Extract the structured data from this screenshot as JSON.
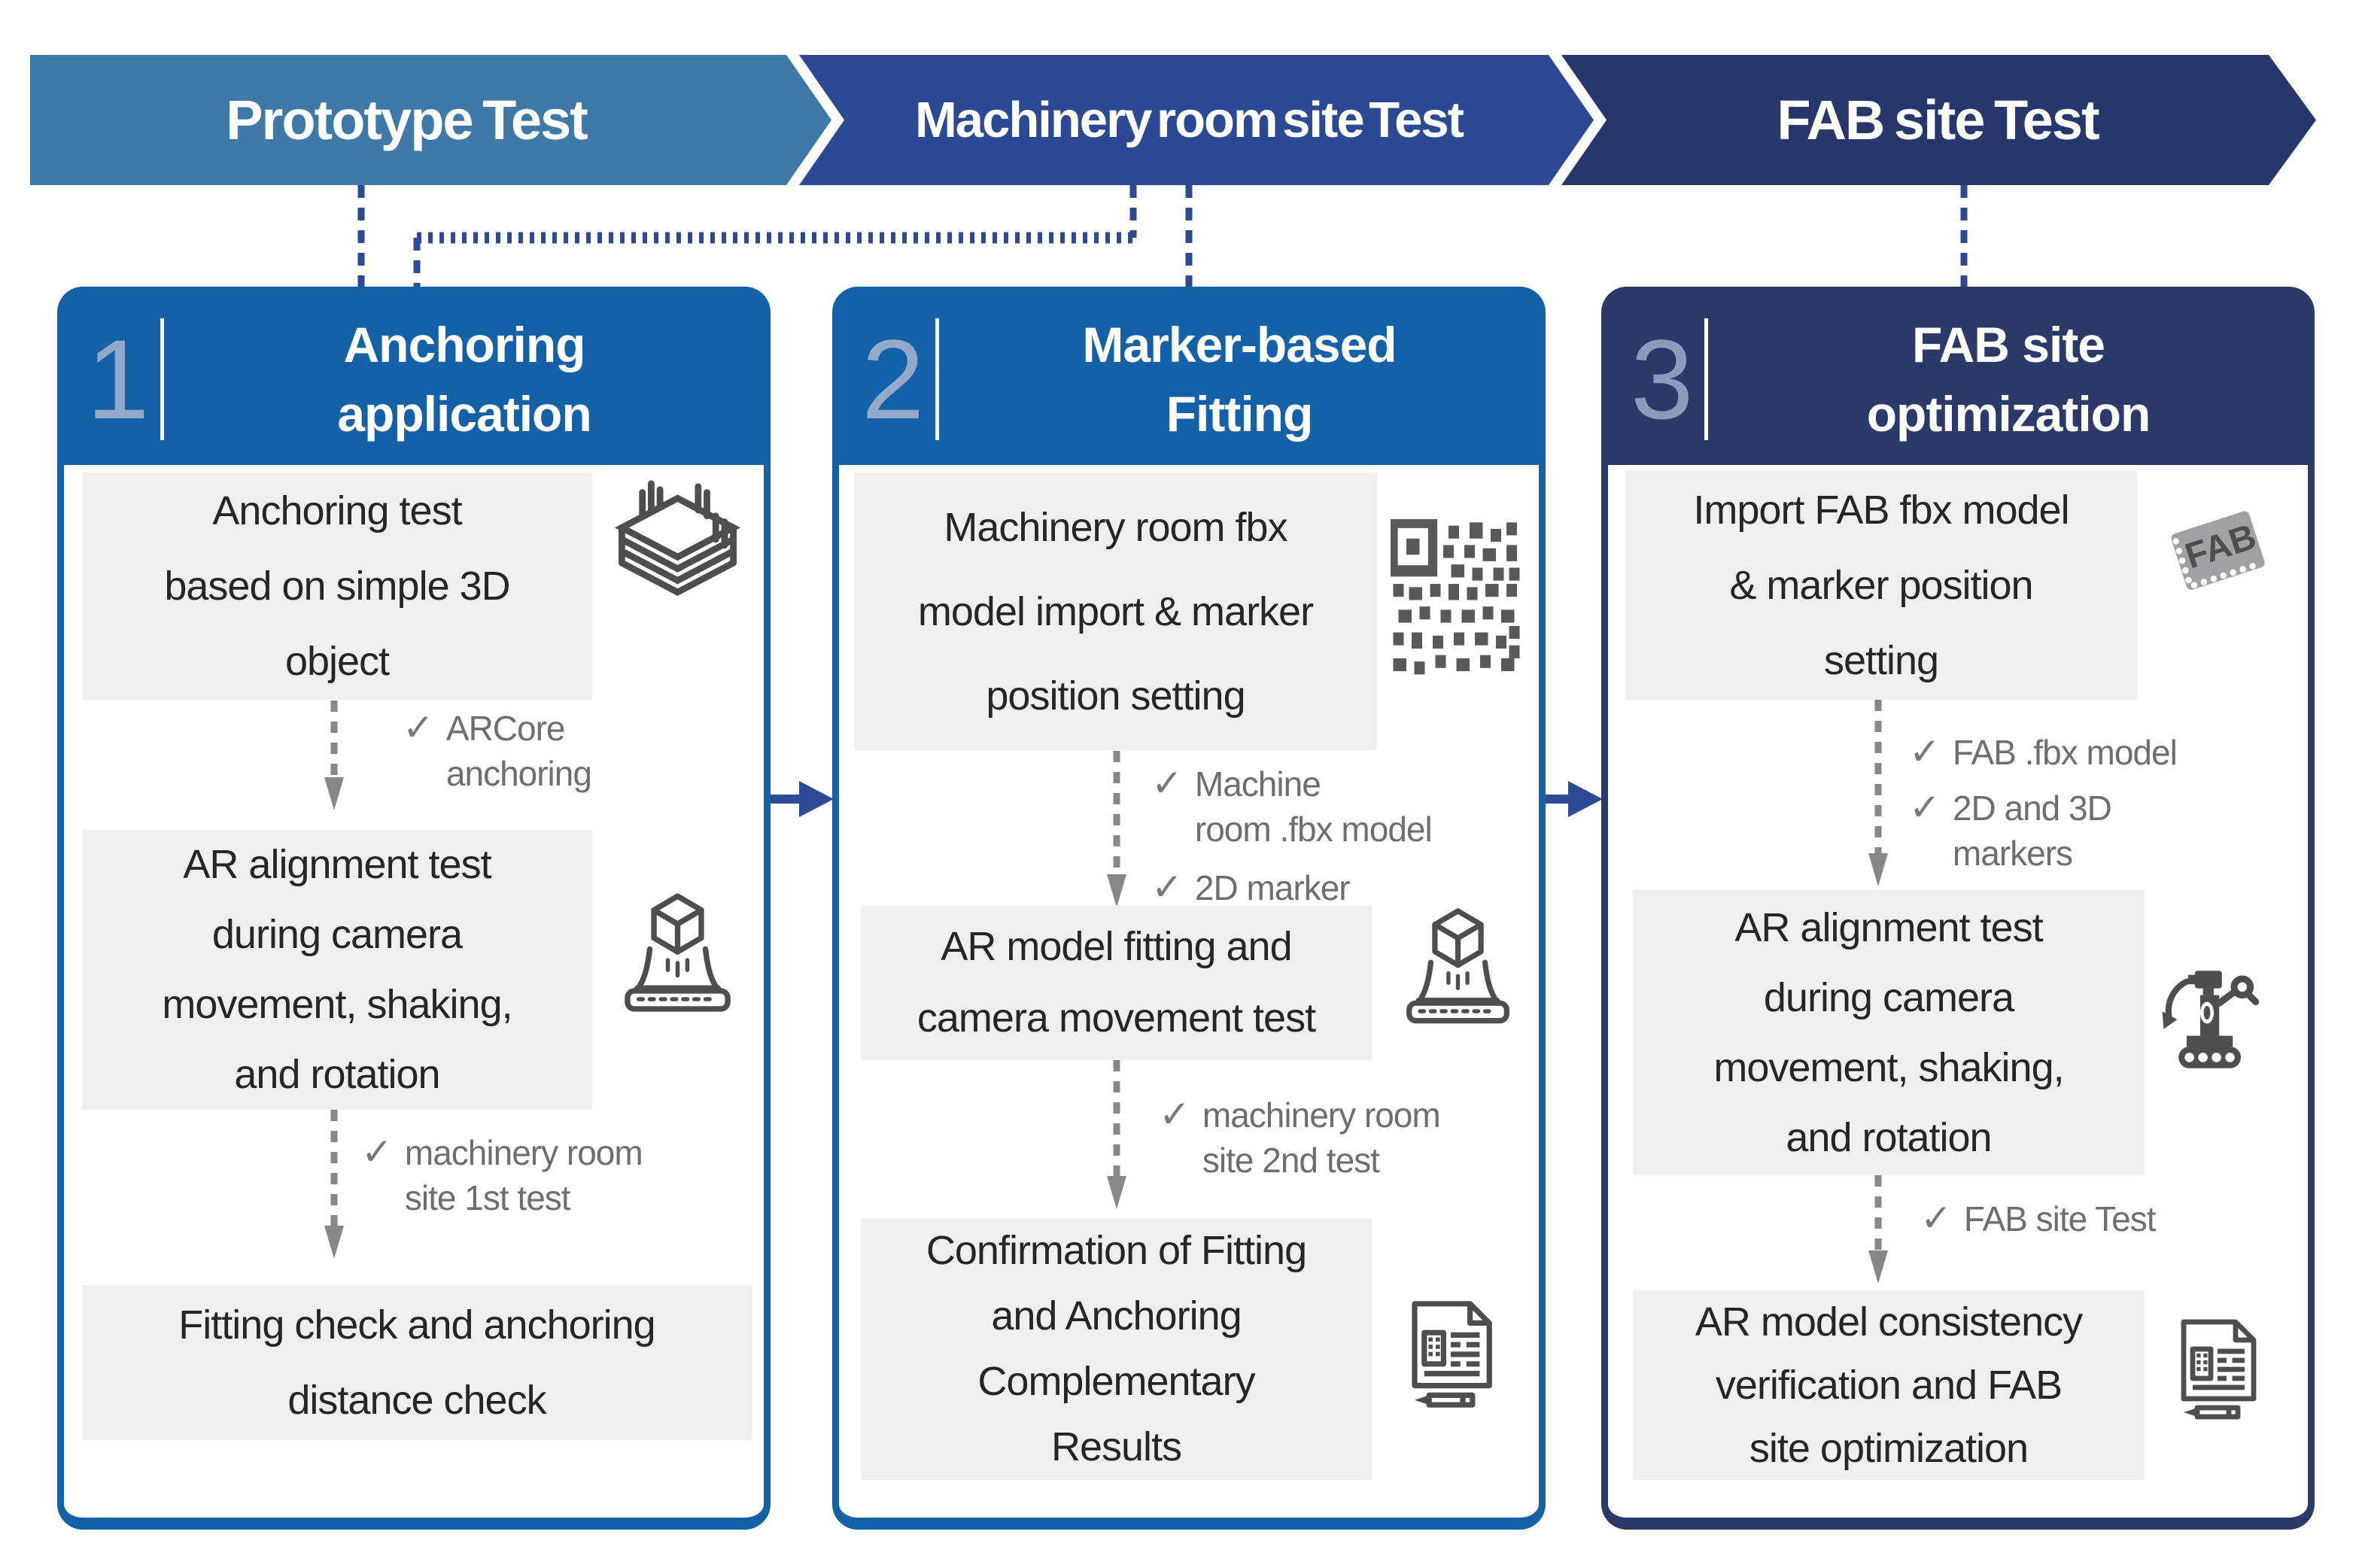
{
  "banner": {
    "phases": [
      "Prototype Test",
      "Machinery room site Test",
      "FAB site Test"
    ]
  },
  "columns": [
    {
      "number": "1",
      "title": "Anchoring\napplication",
      "boxes": [
        "Anchoring test\nbased on simple 3D\nobject",
        "AR alignment test\nduring camera\nmovement, shaking,\nand rotation",
        "Fitting check and anchoring\ndistance check"
      ],
      "checks": [
        [
          "ARCore\nanchoring"
        ],
        [
          "machinery room\nsite 1st test"
        ]
      ]
    },
    {
      "number": "2",
      "title": "Marker-based\nFitting",
      "boxes": [
        "Machinery room fbx\nmodel import & marker\nposition setting",
        "AR model fitting and\ncamera movement test",
        "Confirmation of Fitting\nand Anchoring\nComplementary\nResults"
      ],
      "checks": [
        [
          "Machine\nroom .fbx model",
          "2D marker"
        ],
        [
          "machinery room\nsite 2nd test"
        ]
      ]
    },
    {
      "number": "3",
      "title": "FAB site\noptimization",
      "boxes": [
        "Import FAB fbx model\n& marker position\nsetting",
        "AR alignment test\nduring camera\nmovement, shaking,\nand rotation",
        "AR model consistency\nverification and FAB\nsite optimization"
      ],
      "checks": [
        [
          "FAB .fbx model",
          "2D and 3D\nmarkers"
        ],
        [
          "FAB site Test"
        ]
      ]
    }
  ],
  "ui": {
    "check_glyph": "✓",
    "fab_icon_label": "FAB"
  },
  "icon_names": [
    "stacked-layers-icon",
    "ar-laptop-icon",
    "qr-code-icon",
    "fab-chip-icon",
    "robot-icon",
    "report-icon"
  ],
  "colors": {
    "phase1_banner": "#3e79a7",
    "phase2_banner": "#2c4a94",
    "phase3_banner": "#27376b",
    "column_blue": "#1561a8",
    "column_navy": "#2c3a69",
    "step_box_grey": "#efefef",
    "body_text": "#262626",
    "check_text": "#6d6e71",
    "connector_navy": "#2d4a94",
    "arrow_grey": "#85878a",
    "number_blue": "#93a9c9",
    "number_navy": "#8e9abc"
  }
}
